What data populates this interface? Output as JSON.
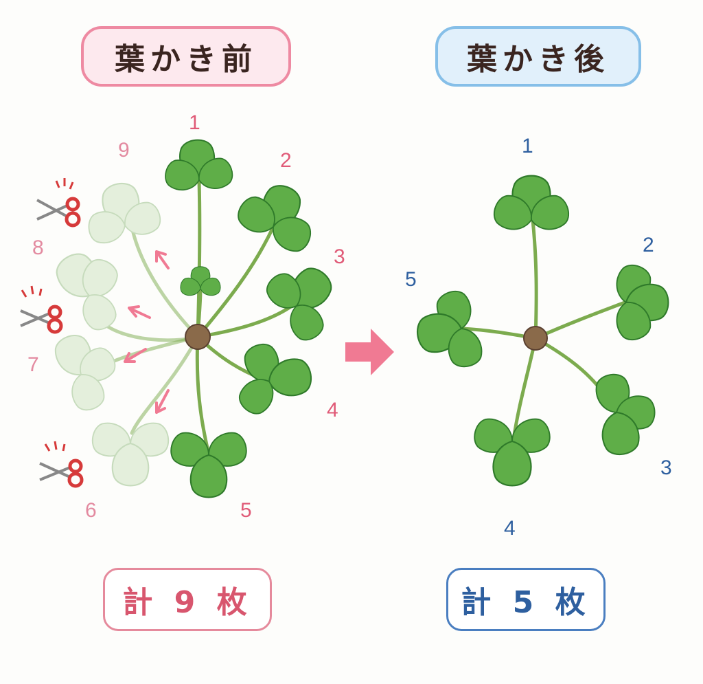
{
  "before": {
    "title": "葉かき前",
    "total": "計 9 枚",
    "accent": "#d8566e",
    "leaf_numbers": [
      "1",
      "2",
      "3",
      "4",
      "5",
      "6",
      "7",
      "8",
      "9"
    ],
    "removed_leaves": [
      "6",
      "7",
      "8",
      "9"
    ]
  },
  "after": {
    "title": "葉かき後",
    "total": "計 5 枚",
    "accent": "#2e5f9f",
    "leaf_numbers": [
      "1",
      "2",
      "3",
      "4",
      "5"
    ]
  },
  "icons": [
    "scissors-icon",
    "arrow-right-icon",
    "arrow-icon"
  ],
  "colors": {
    "leaf": "#5fae48",
    "leaf_dark": "#2f7a2a",
    "stem": "#7cab4e",
    "crown": "#8a6a4a",
    "arrow": "#f07a93",
    "faded_leaf": "#e4efdc"
  }
}
